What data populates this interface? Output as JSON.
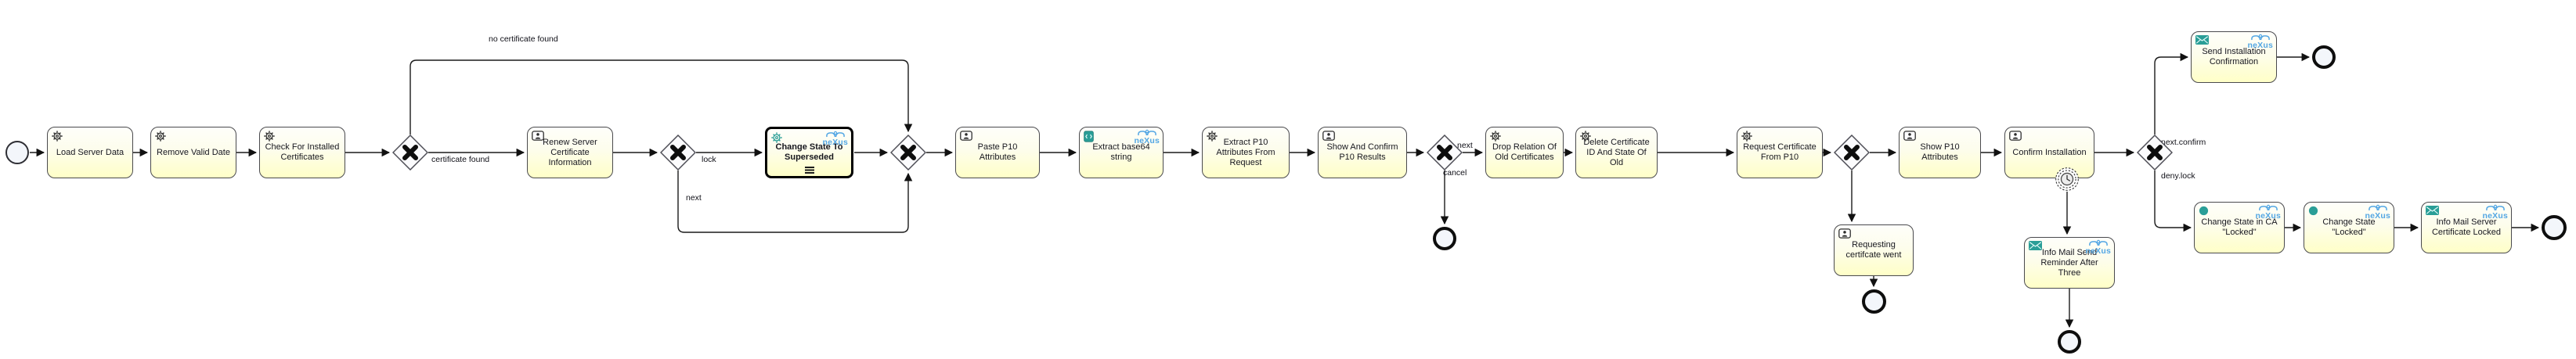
{
  "brand": {
    "logo_text": "neXus"
  },
  "colors": {
    "task_fill_top": "#fefefa",
    "task_fill_bottom": "#ffffc7",
    "task_border": "#4a4a4e",
    "accent_teal": "#2a9e97",
    "brand_blue": "#54a7e4"
  },
  "nodes": {
    "load_server_data": {
      "label": "Load Server Data",
      "icon": "gear-icon"
    },
    "remove_valid_date": {
      "label": "Remove Valid Date",
      "icon": "gear-icon"
    },
    "check_for_installed_certificates": {
      "label": "Check For Installed Certificates",
      "icon": "gear-icon"
    },
    "renew_server_certificate_information": {
      "label": "Renew Server Certificate Information",
      "icon": "user-icon"
    },
    "change_state_to_superseded": {
      "label": "Change State To Superseded",
      "icon": "teal-gear-icon",
      "marker": "sequential-bars"
    },
    "paste_p10_attributes": {
      "label": "Paste P10 Attributes",
      "icon": "user-icon"
    },
    "extract_base64_string": {
      "label": "Extract base64 string",
      "icon": "script-icon"
    },
    "extract_p10_attributes_from_request": {
      "label": "Extract P10 Attributes From Request",
      "icon": "gear-icon"
    },
    "show_and_confirm_p10_results": {
      "label": "Show And Confirm P10 Results",
      "icon": "user-icon"
    },
    "drop_relation_of_old_certificates": {
      "label": "Drop Relation Of Old Certificates",
      "icon": "gear-icon"
    },
    "delete_certificate_id_and_state_of_old": {
      "label": "Delete Certificate ID And State Of Old",
      "icon": "gear-icon"
    },
    "request_certificate_from_p10": {
      "label": "Request Certificate From P10",
      "icon": "gear-icon"
    },
    "requesting_certificate_went": {
      "label": "Requesting certifcate went",
      "icon": "user-icon"
    },
    "show_p10_attributes": {
      "label": "Show P10 Attributes",
      "icon": "user-icon"
    },
    "confirm_installation": {
      "label": "Confirm Installation",
      "icon": "user-icon"
    },
    "info_mail_send_reminder_after_three": {
      "label": "Info Mail Send Reminder After Three",
      "icon": "mail-icon"
    },
    "send_installation_confirmation": {
      "label": "Send Installation Confirmation",
      "icon": "mail-icon"
    },
    "change_state_in_ca_locked": {
      "label": "Change State in CA \"Locked\"",
      "icon": "dot-icon"
    },
    "change_state_locked": {
      "label": "Change State \"Locked\"",
      "icon": "dot-icon"
    },
    "info_mail_server_certificate_locked": {
      "label": "Info Mail Server Certificate Locked",
      "icon": "mail-icon"
    }
  },
  "edge_labels": {
    "no_certificate_found": "no certificate found",
    "certificate_found": "certificate found",
    "lock": "lock",
    "next_loop": "next",
    "next": "next",
    "cancel": "cancel",
    "next_confirm": "next.confirm",
    "deny_lock": "deny.lock"
  }
}
